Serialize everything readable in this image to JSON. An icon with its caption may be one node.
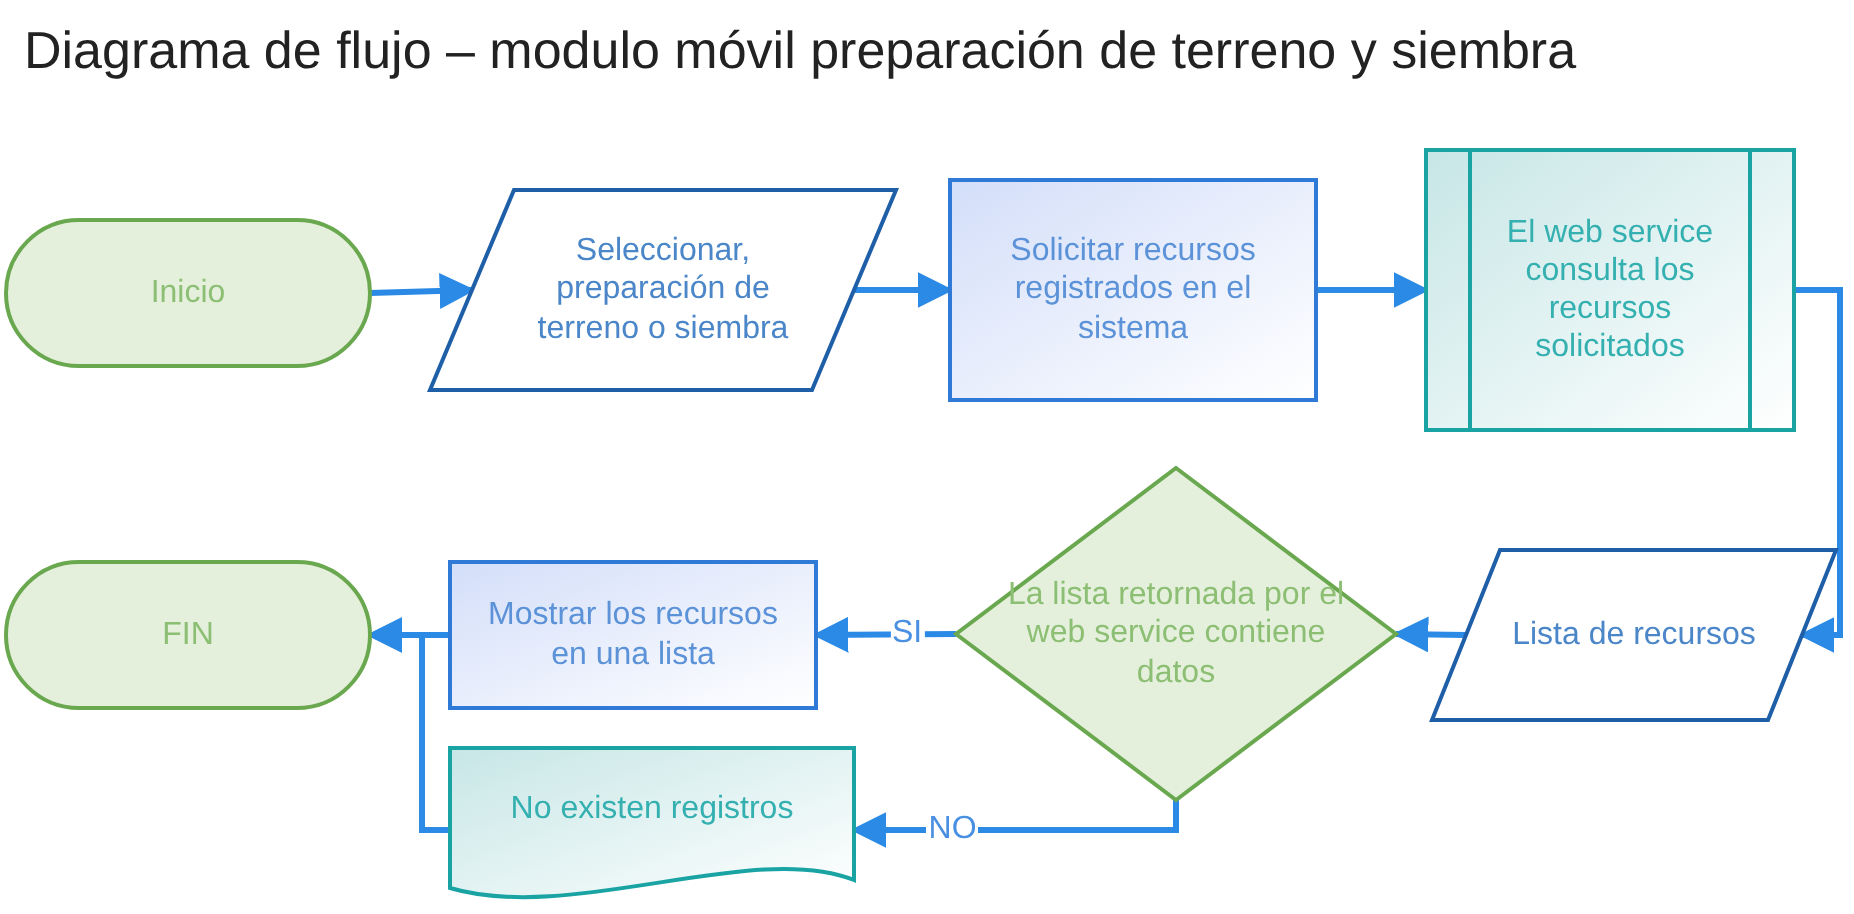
{
  "diagram": {
    "title": "Diagrama de flujo – modulo móvil preparación de terreno y siembra",
    "nodes": [
      {
        "text": [
          "Inicio"
        ]
      },
      {
        "text": [
          "Seleccionar, preparación de terreno o siembra"
        ]
      },
      {
        "text": [
          "Solicitar recursos registrados en el sistema"
        ]
      },
      {
        "text": [
          "El web service consulta los recursos solicitados"
        ]
      },
      {
        "text": [
          "Lista de recursos"
        ]
      },
      {
        "text": [
          "La lista retornada por el web service contiene datos"
        ]
      },
      {
        "text": [
          "Mostrar los recursos en una lista"
        ]
      },
      {
        "text": [
          "No existen registros"
        ]
      },
      {
        "text": [
          "FIN"
        ]
      }
    ],
    "edges": [
      {
        "from": 0,
        "to": 1,
        "arrow": "to"
      },
      {
        "from": 1,
        "to": 2,
        "arrow": "to"
      },
      {
        "from": 2,
        "to": 3,
        "arrow": "to"
      },
      {
        "from": 3,
        "to": 4,
        "arrow": "to"
      },
      {
        "from": 4,
        "to": 5,
        "arrow": "to"
      },
      {
        "from": 5,
        "to": 6,
        "arrow": "to",
        "label": "SI"
      },
      {
        "from": 5,
        "to": 7,
        "arrow": "to",
        "label": "NO"
      },
      {
        "from": 6,
        "to": 8,
        "arrow": "to"
      },
      {
        "from": 7,
        "to": 8,
        "arrow": "to"
      }
    ]
  }
}
